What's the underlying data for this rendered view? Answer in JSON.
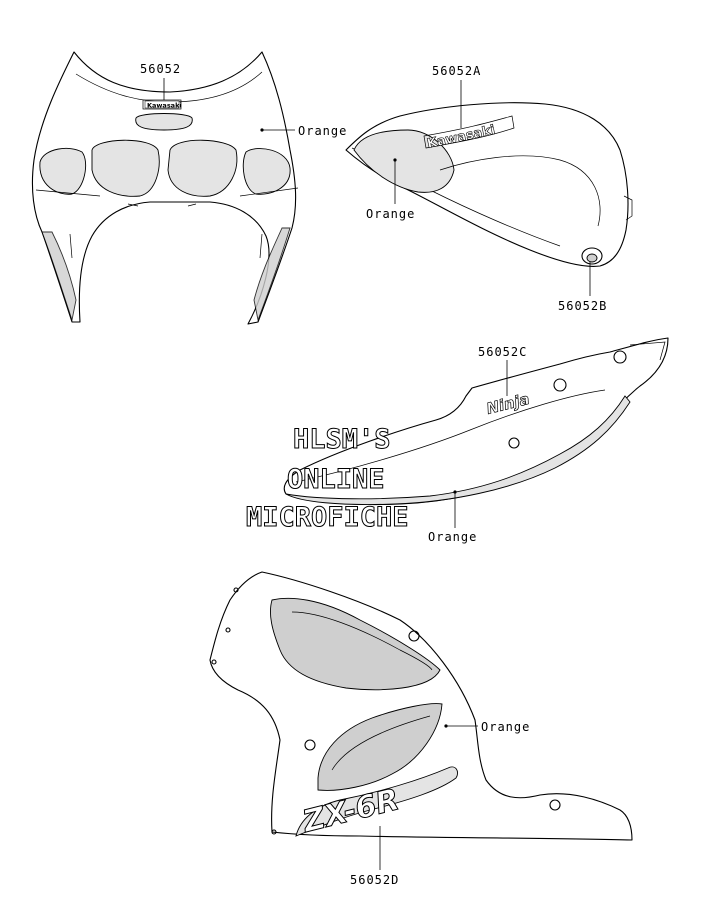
{
  "parts": [
    {
      "id": "56052",
      "label": "56052",
      "color_note": "Orange"
    },
    {
      "id": "56052A",
      "label": "56052A",
      "color_note": "Orange"
    },
    {
      "id": "56052B",
      "label": "56052B"
    },
    {
      "id": "56052C",
      "label": "56052C",
      "color_note": "Orange"
    },
    {
      "id": "56052D",
      "label": "56052D",
      "color_note": "Orange"
    }
  ],
  "logos": {
    "front": "Kawasaki",
    "tank": "Kawasaki",
    "tail": "Ninja",
    "lower": "ZX-6R"
  },
  "watermark": [
    "HLSM'S",
    "ONLINE",
    "MICROFICHE"
  ],
  "colors": {
    "line": "#000000",
    "background": "#ffffff",
    "shade": "#e4e4e4"
  }
}
